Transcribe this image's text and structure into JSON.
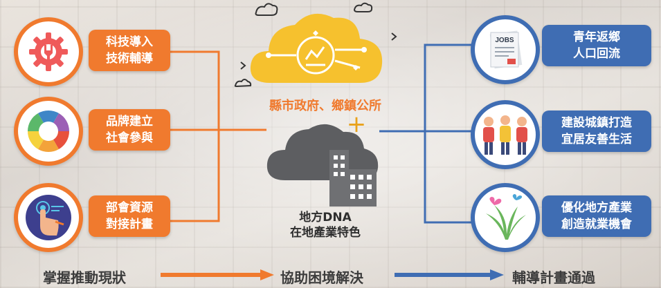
{
  "left_items": [
    {
      "line1": "科技導入",
      "line2": "技術輔導",
      "icon": "gear-wrench-icon"
    },
    {
      "line1": "品牌建立",
      "line2": "社會參與",
      "icon": "color-wheel-icon"
    },
    {
      "line1": "部會資源",
      "line2": "對接計畫",
      "icon": "touch-hand-icon"
    }
  ],
  "right_items": [
    {
      "line1": "青年返鄉",
      "line2": "人口回流",
      "icon": "jobs-document-icon"
    },
    {
      "line1": "建設城鎮打造",
      "line2": "宜居友善生活",
      "icon": "people-icon"
    },
    {
      "line1": "優化地方產業",
      "line2": "創造就業機會",
      "icon": "plant-butterflies-icon"
    }
  ],
  "center": {
    "cloud_label": "縣市政府、鄉鎮公所",
    "dna_line1": "地方DNA",
    "dna_line2": "在地產業特色"
  },
  "icons": {
    "jobs_text": "JOBS",
    "plus": "+"
  },
  "bottom_steps": [
    "掌握推動現狀",
    "協助困境解決",
    "輔導計畫通過"
  ],
  "colors": {
    "orange": "#f07a2e",
    "blue": "#3f6db3",
    "cloud_yellow": "#f6c12e",
    "dark_cloud": "#5d5e61",
    "building": "#6f7073"
  }
}
